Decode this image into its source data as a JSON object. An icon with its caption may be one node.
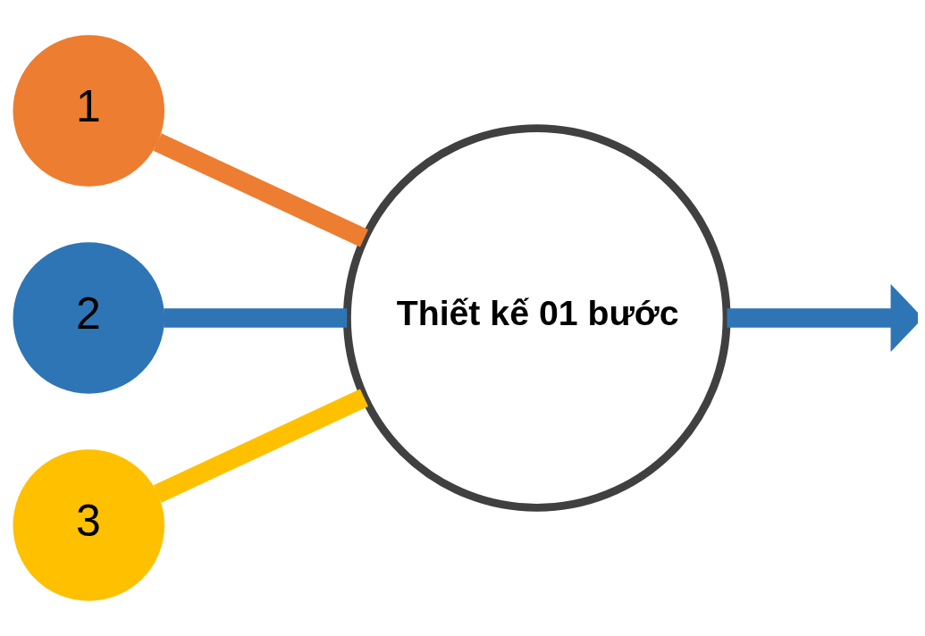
{
  "diagram": {
    "nodes": [
      {
        "text": [
          "1"
        ]
      },
      {
        "text": [
          "2"
        ]
      },
      {
        "text": [
          "3"
        ]
      },
      {
        "text": [
          "Thiết kế 01 bước"
        ]
      }
    ],
    "edges": [
      {
        "from": 0,
        "to": 3,
        "arrow": "none",
        "color": "#ed7d31"
      },
      {
        "from": 1,
        "to": 3,
        "arrow": "none",
        "color": "#2e75b6"
      },
      {
        "from": 2,
        "to": 3,
        "arrow": "none",
        "color": "#ffc000"
      },
      {
        "from": 3,
        "to": null,
        "arrow": "to",
        "color": "#2e75b6"
      }
    ]
  }
}
